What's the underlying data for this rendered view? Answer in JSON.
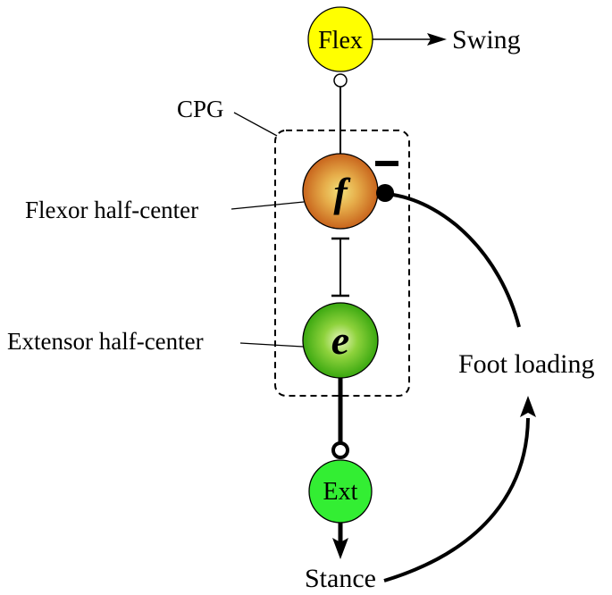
{
  "nodes": {
    "flex": {
      "label": "Flex",
      "color": "#ffff00"
    },
    "ext": {
      "label": "Ext",
      "color": "#33ee33"
    },
    "flexor_center": {
      "label": "f",
      "inner_color": "#f2e07a",
      "outer_color": "#c8641c"
    },
    "extensor_center": {
      "label": "e",
      "inner_color": "#eaf6c0",
      "outer_color": "#3aa810"
    }
  },
  "labels": {
    "swing": "Swing",
    "stance": "Stance",
    "cpg": "CPG",
    "flexor_half_center": "Flexor half-center",
    "extensor_half_center": "Extensor half-center",
    "foot_loading": "Foot loading",
    "inhibition_sign": "−"
  }
}
